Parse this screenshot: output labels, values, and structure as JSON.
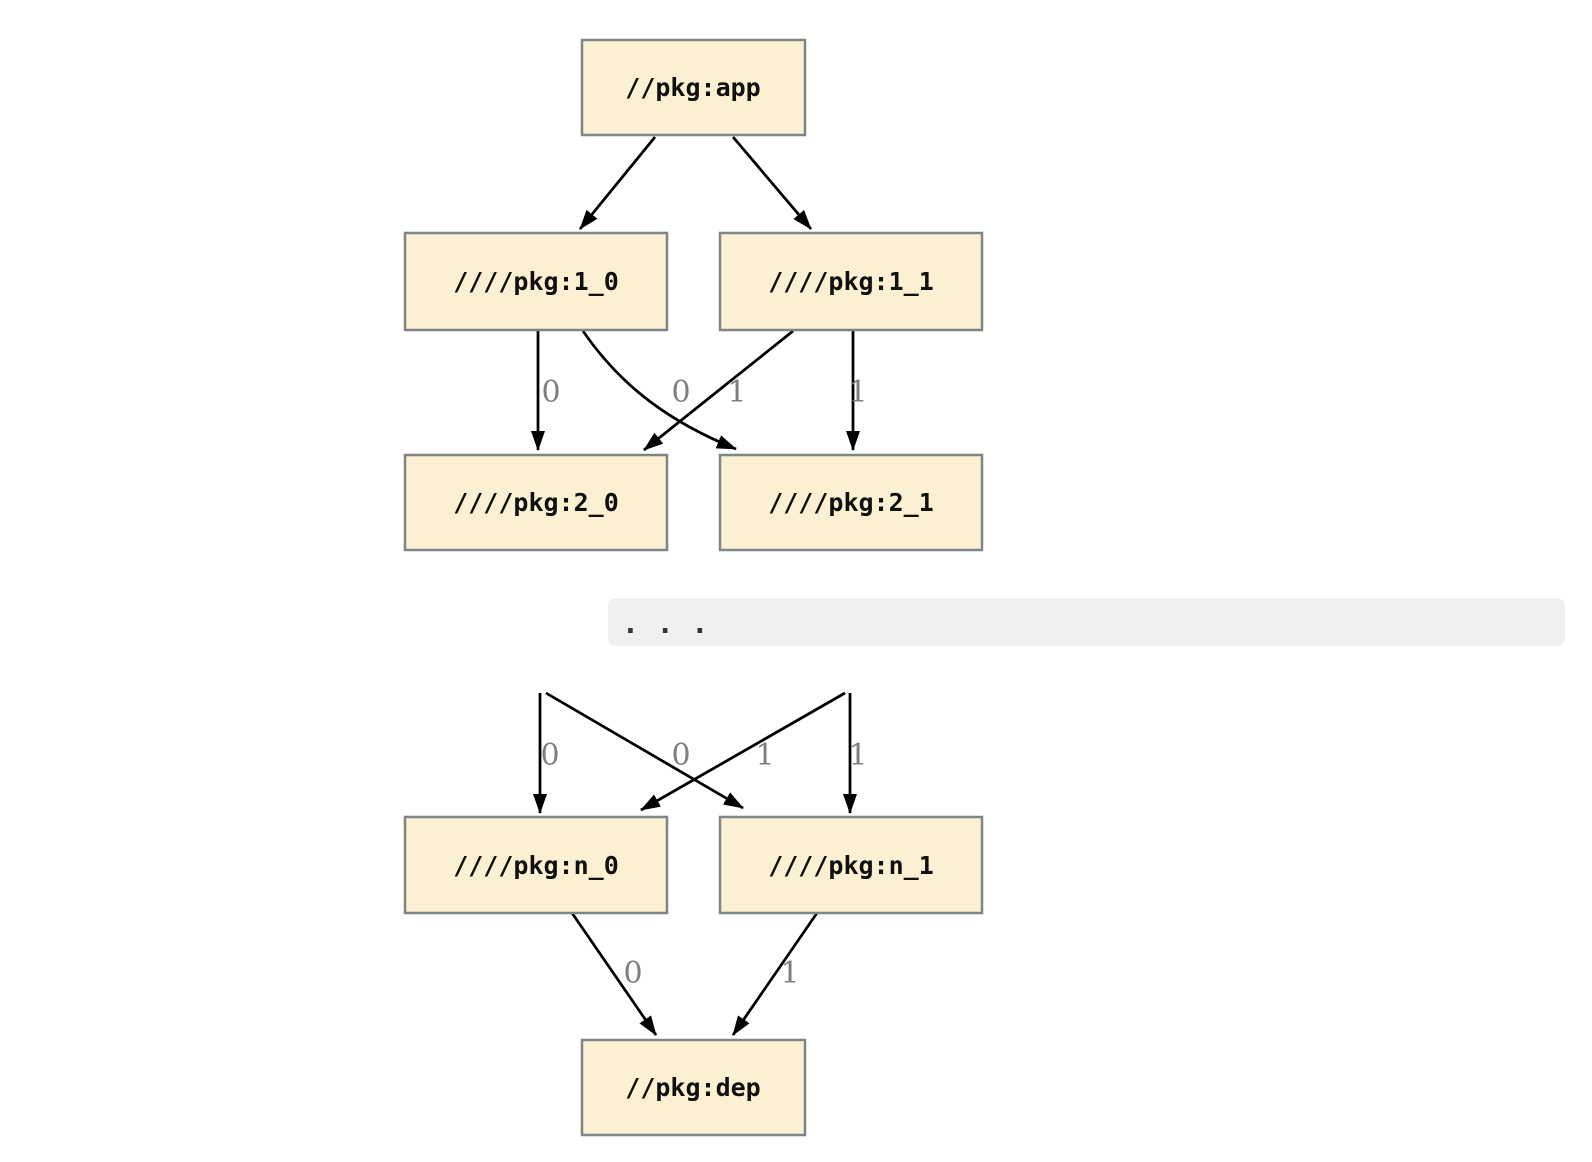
{
  "diagram": {
    "colors": {
      "background": "#FFFFFF",
      "node_fill": "#FBF1D2",
      "node_border": "#7E8589",
      "node_text": "#101010",
      "edge": "#000000",
      "edge_label": "#7F7F7F",
      "ellipsis_bg": "#F0F0F0",
      "ellipsis_text": "#333333"
    },
    "upper": {
      "nodes": [
        {
          "id": "app",
          "label": "//pkg:app"
        },
        {
          "id": "1_0",
          "label": "////pkg:1_0"
        },
        {
          "id": "1_1",
          "label": "////pkg:1_1"
        },
        {
          "id": "2_0",
          "label": "////pkg:2_0"
        },
        {
          "id": "2_1",
          "label": "////pkg:2_1"
        }
      ],
      "edges": [
        {
          "from": "app",
          "to": "1_0",
          "label": ""
        },
        {
          "from": "app",
          "to": "1_1",
          "label": ""
        },
        {
          "from": "1_0",
          "to": "2_0",
          "label": "0"
        },
        {
          "from": "1_1",
          "to": "2_0",
          "label": "0"
        },
        {
          "from": "1_0",
          "to": "2_1",
          "label": "1"
        },
        {
          "from": "1_1",
          "to": "2_1",
          "label": "1"
        }
      ]
    },
    "ellipsis": {
      "text": ". . ."
    },
    "lower": {
      "nodes": [
        {
          "id": "n_0",
          "label": "////pkg:n_0"
        },
        {
          "id": "n_1",
          "label": "////pkg:n_1"
        },
        {
          "id": "dep",
          "label": "//pkg:dep"
        }
      ],
      "edges": [
        {
          "from": "elided",
          "to": "n_0",
          "label": "0"
        },
        {
          "from": "elided",
          "to": "n_0",
          "label": "0"
        },
        {
          "from": "elided",
          "to": "n_1",
          "label": "1"
        },
        {
          "from": "elided",
          "to": "n_1",
          "label": "1"
        },
        {
          "from": "n_0",
          "to": "dep",
          "label": "0"
        },
        {
          "from": "n_1",
          "to": "dep",
          "label": "1"
        }
      ]
    }
  }
}
